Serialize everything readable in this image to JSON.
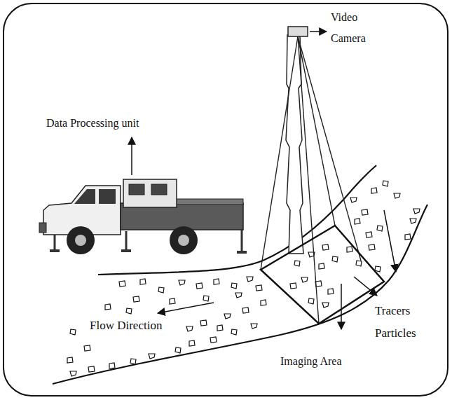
{
  "diagram": {
    "labels": [
      "Video Camera",
      "Data Processing unit",
      "Flow Direction",
      "Tracers Particles",
      "Imaging Area"
    ]
  }
}
